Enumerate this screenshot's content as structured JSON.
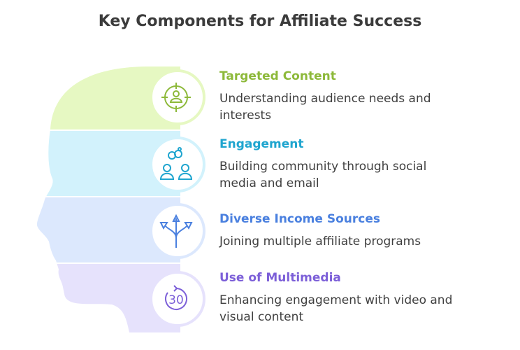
{
  "title": "Key Components for Affiliate Success",
  "items": [
    {
      "heading": "Targeted Content",
      "description": "Understanding audience needs and interests",
      "icon": "target-user-icon",
      "color": "#8db93a",
      "band": "#e6f8c2"
    },
    {
      "heading": "Engagement",
      "description": "Building community through social media and email",
      "icon": "people-link-icon",
      "color": "#1fa5cf",
      "band": "#d2f2fc"
    },
    {
      "heading": "Diverse Income Sources",
      "description": "Joining multiple affiliate programs",
      "icon": "branching-arrows-icon",
      "color": "#4a80df",
      "band": "#dce8fd"
    },
    {
      "heading": "Use of Multimedia",
      "description": "Enhancing engagement with video and visual content",
      "icon": "replay-30-icon",
      "color": "#7c5fd8",
      "band": "#e6e2fc"
    }
  ]
}
